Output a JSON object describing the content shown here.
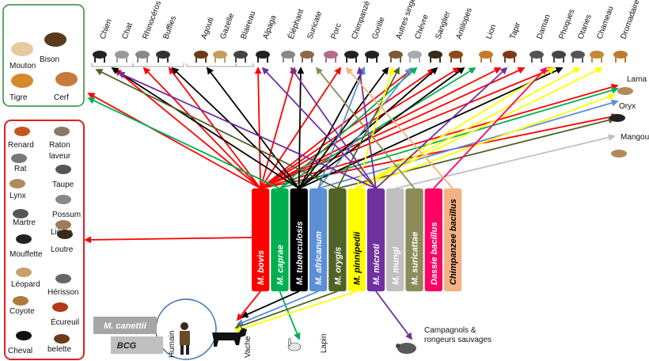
{
  "top_animals": [
    "Chien",
    "Chat",
    "Rhinocéros",
    "Buffles",
    "Agouti",
    "Gazelle",
    "Blaireau",
    "Alpaga",
    "Éléphant",
    "Suricate",
    "Porc",
    "Chimpanzé",
    "Gorille",
    "Autres singes",
    "Chèvre",
    "Sanglier",
    "Antilopes",
    "Lion",
    "Tapir",
    "Daman",
    "Phoques",
    "Otaries",
    "Chameau",
    "Dromadaire"
  ],
  "right_animals": [
    "Lama",
    "Oryx",
    "Mangouste"
  ],
  "topleft_animals": [
    "Mouton",
    "Bison",
    "Tigre",
    "Cerf"
  ],
  "left_animals": [
    "Renard",
    "Raton laveur",
    "Rat",
    "Taupe",
    "Lynx",
    "Possum",
    "Martre",
    "Lièvre",
    "Mouffette",
    "Loutre",
    "Léopard",
    "Hérisson",
    "Coyote",
    "Écureuil",
    "Cheval",
    "belette"
  ],
  "bottom_animals": {
    "human": "Humain",
    "cow": "Vache",
    "rabbit": "Lapin",
    "rodents": "Campagnols & rongeurs sauvages"
  },
  "strains": [
    {
      "name": "M. bovis",
      "color": "#ff0000",
      "text_color": "#ffffff"
    },
    {
      "name": "M. caprae",
      "color": "#00b050",
      "text_color": "#ffffff"
    },
    {
      "name": "M. tuberculosis",
      "color": "#000000",
      "text_color": "#ffffff"
    },
    {
      "name": "M. africanum",
      "color": "#5b8fd6",
      "text_color": "#ffffff"
    },
    {
      "name": "M. orygis",
      "color": "#4f6228",
      "text_color": "#ffffff"
    },
    {
      "name": "M. pinnipedii",
      "color": "#ffff00",
      "text_color": "#000000"
    },
    {
      "name": "M. microti",
      "color": "#7030a0",
      "text_color": "#ffffff"
    },
    {
      "name": "M. mungi",
      "color": "#c0c0c0",
      "text_color": "#ffffff"
    },
    {
      "name": "M. suricattae",
      "color": "#8c8c5a",
      "text_color": "#ffffff"
    },
    {
      "name": "Dassie bacillus",
      "color": "#ff0066",
      "text_color": "#ffffff"
    },
    {
      "name": "Chimpanzee bacillus",
      "color": "#f4b183",
      "text_color": "#000000"
    }
  ],
  "human_strains": [
    "M. canettii",
    "BCG"
  ]
}
